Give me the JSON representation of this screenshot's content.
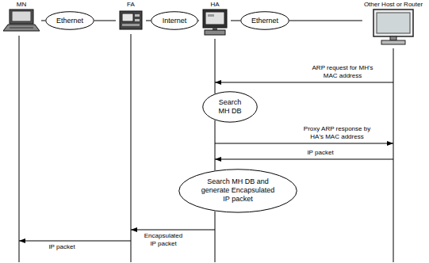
{
  "diagram": {
    "nodes": [
      {
        "text": [
          "MN"
        ]
      },
      {
        "text": [
          "Ethernet"
        ]
      },
      {
        "text": [
          "FA"
        ]
      },
      {
        "text": [
          "Internet"
        ]
      },
      {
        "text": [
          "HA"
        ]
      },
      {
        "text": [
          "Ethernet"
        ]
      },
      {
        "text": [
          "Other Host or Router"
        ]
      },
      {
        "text": [
          "Search MH DB"
        ]
      },
      {
        "text": [
          "Search MH DB and generate Encapsulated IP packet"
        ]
      }
    ],
    "edges": [
      {
        "from": 0,
        "to": 1,
        "arrow": "none"
      },
      {
        "from": 1,
        "to": 2,
        "arrow": "none"
      },
      {
        "from": 2,
        "to": 3,
        "arrow": "none"
      },
      {
        "from": 3,
        "to": 4,
        "arrow": "none"
      },
      {
        "from": 4,
        "to": 5,
        "arrow": "none"
      },
      {
        "from": 5,
        "to": 6,
        "arrow": "none"
      }
    ],
    "labels": [
      "ARP request for MH's MAC address",
      "Proxy ARP response by HA's MAC address",
      "IP packet",
      "Encapsulated IP packet",
      "IP packet"
    ]
  }
}
